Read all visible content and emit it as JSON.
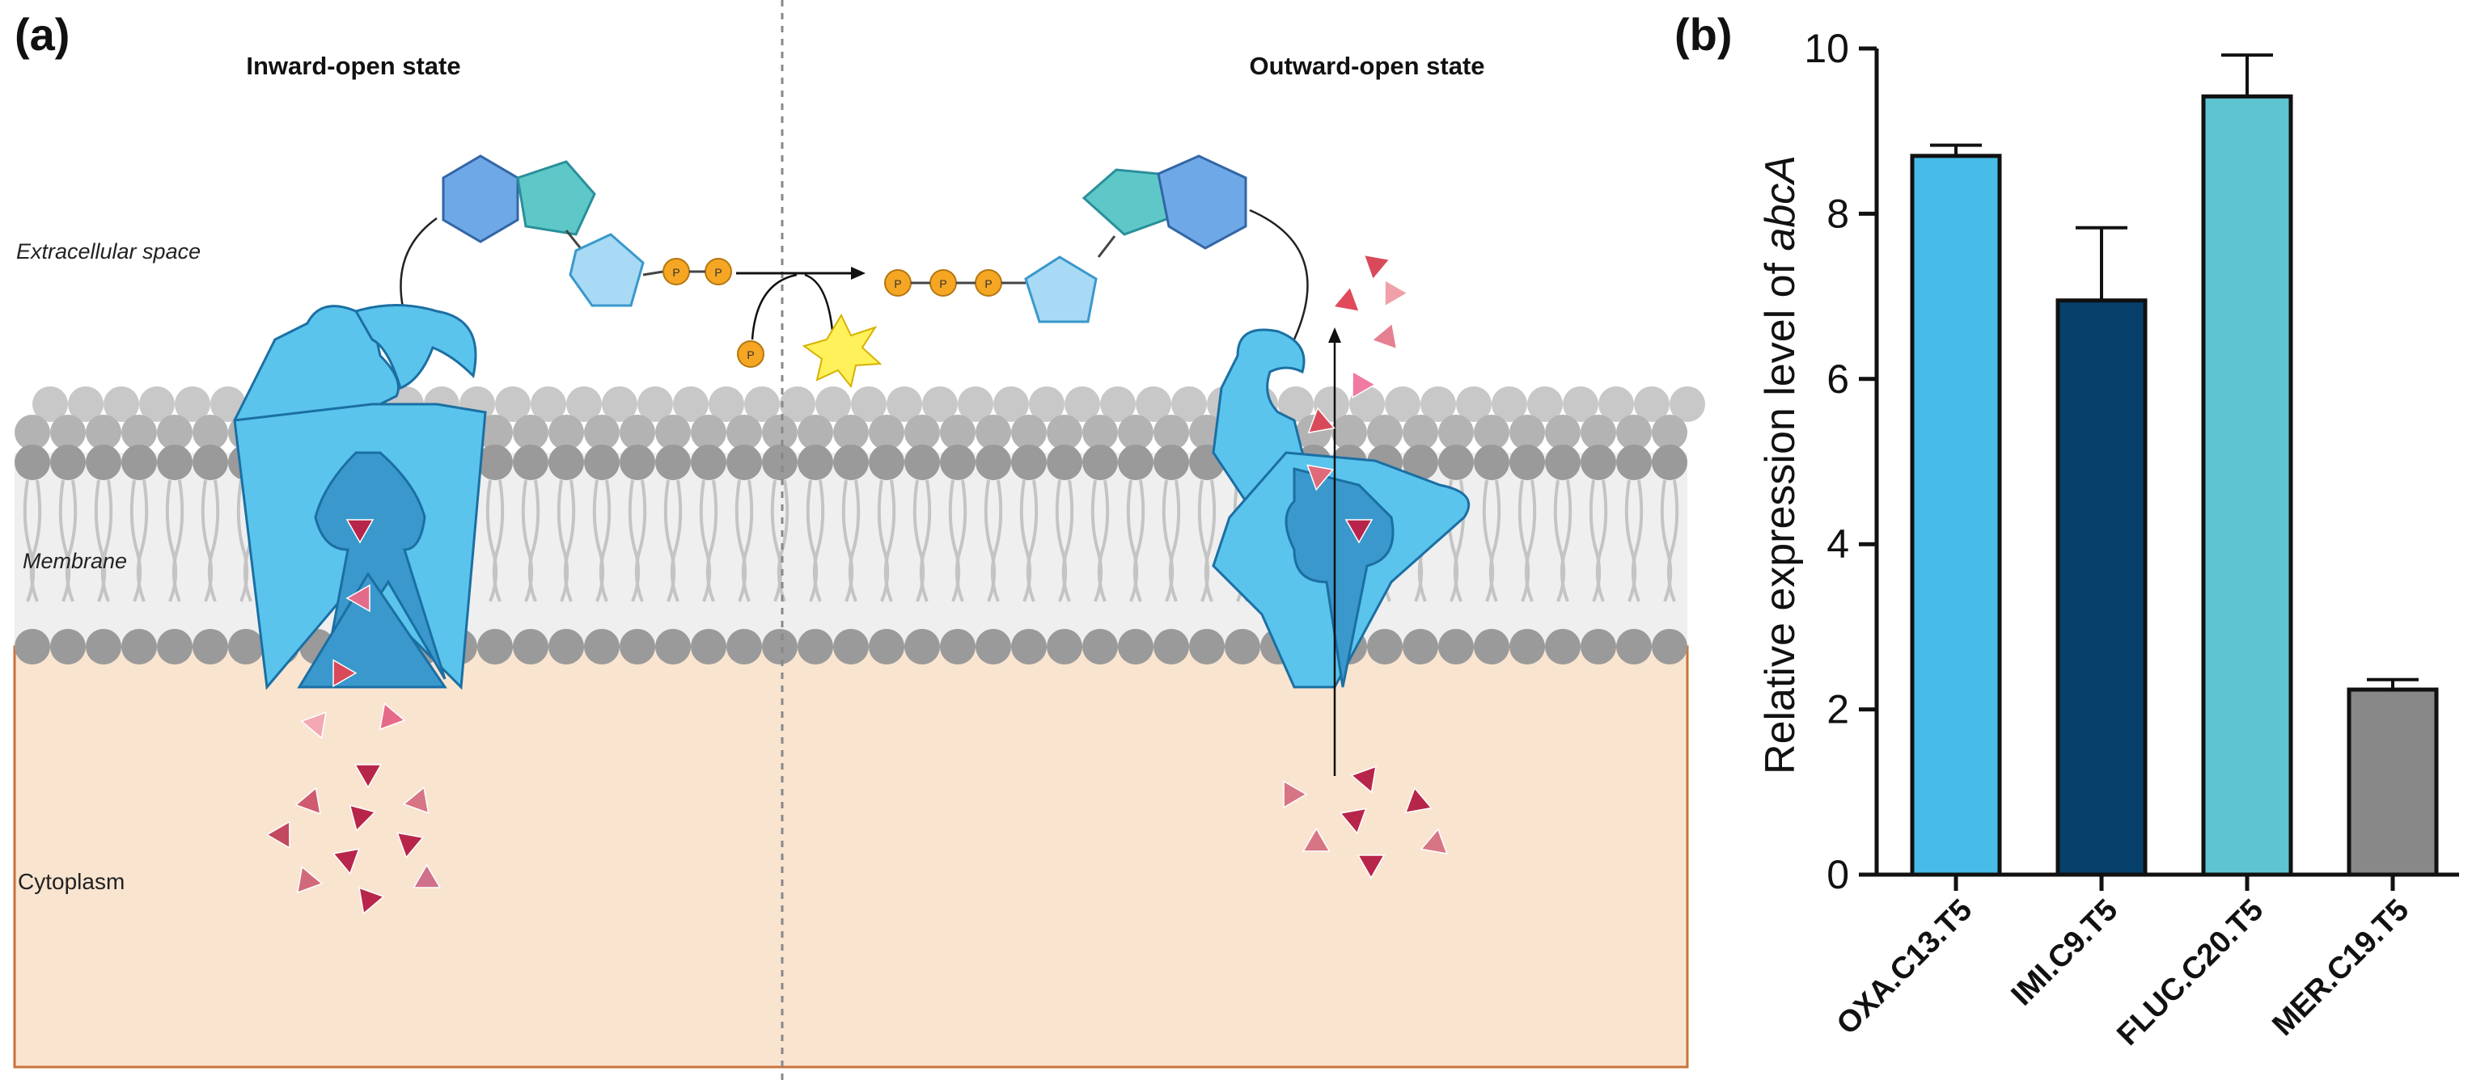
{
  "panel_a": {
    "letter": "(a)",
    "left_state": "Inward-open state",
    "right_state": "Outward-open state",
    "regions": {
      "extracellular": "Extracellular space",
      "membrane": "Membrane",
      "cytoplasm": "Cytoplasm"
    },
    "phosphate_label": "P",
    "colors": {
      "cytoplasm": "#f9e4d0",
      "cytoplasm_border": "#c8743a",
      "membrane_band": "#efefef",
      "lipid_head": "#9a9a9a",
      "transporter_light": "#5bc4ec",
      "transporter_dark": "#3a98cc",
      "transporter_stroke": "#1b6fa3",
      "drug": "#c93a5a",
      "phosphate": "#f5a623",
      "spark": "#fff15a"
    }
  },
  "panel_b": {
    "letter": "(b)",
    "chart_data": {
      "type": "bar",
      "categories": [
        "OXA.C13.T5",
        "IMI.C9.T5",
        "FLUC.C20.T5",
        "MER.C19.T5"
      ],
      "values": [
        8.7,
        6.95,
        9.42,
        2.24
      ],
      "errors": [
        0.13,
        0.88,
        0.5,
        0.12
      ],
      "colors": [
        "#48bce8",
        "#06406b",
        "#5ec4d2",
        "#888888"
      ],
      "ylabel_prefix": "Relative expression level of ",
      "ylabel_gene": "abcA",
      "ylim": [
        0,
        10
      ],
      "yticks": [
        "0",
        "2",
        "4",
        "6",
        "8",
        "10"
      ],
      "grid": false
    }
  }
}
